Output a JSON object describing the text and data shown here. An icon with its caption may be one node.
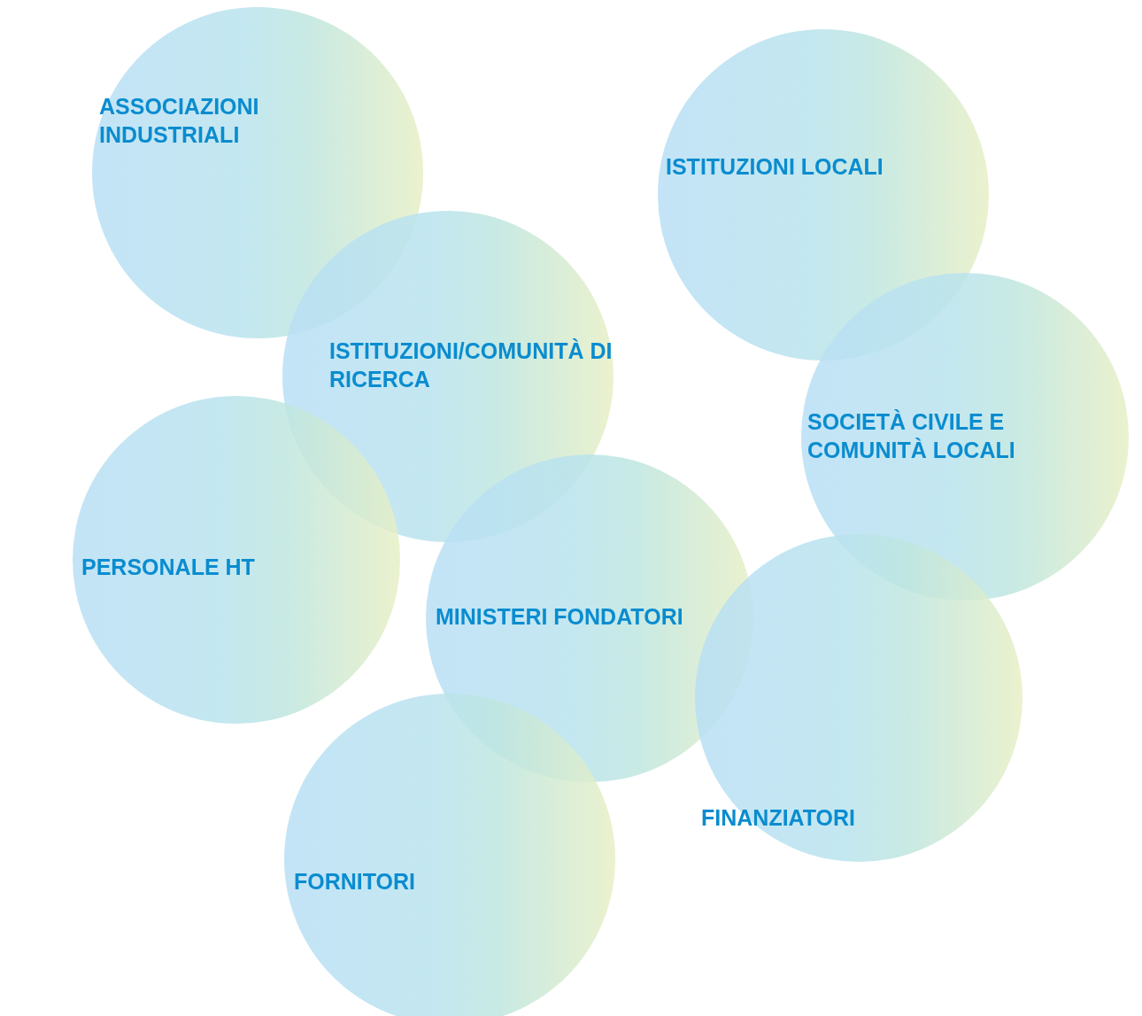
{
  "diagram": {
    "nodes": [
      {
        "text": [
          "ASSOCIAZIONI INDUSTRIALI"
        ]
      },
      {
        "text": [
          "ISTITUZIONI LOCALI"
        ]
      },
      {
        "text": [
          "ISTITUZIONI/COMUNITÀ DI RICERCA"
        ]
      },
      {
        "text": [
          "SOCIETÀ CIVILE E COMUNITÀ LOCALI"
        ]
      },
      {
        "text": [
          "PERSONALE HT"
        ]
      },
      {
        "text": [
          "MINISTERI FONDATORI"
        ]
      },
      {
        "text": [
          "FINANZIATORI"
        ]
      },
      {
        "text": [
          "FORNITORI"
        ]
      }
    ]
  }
}
